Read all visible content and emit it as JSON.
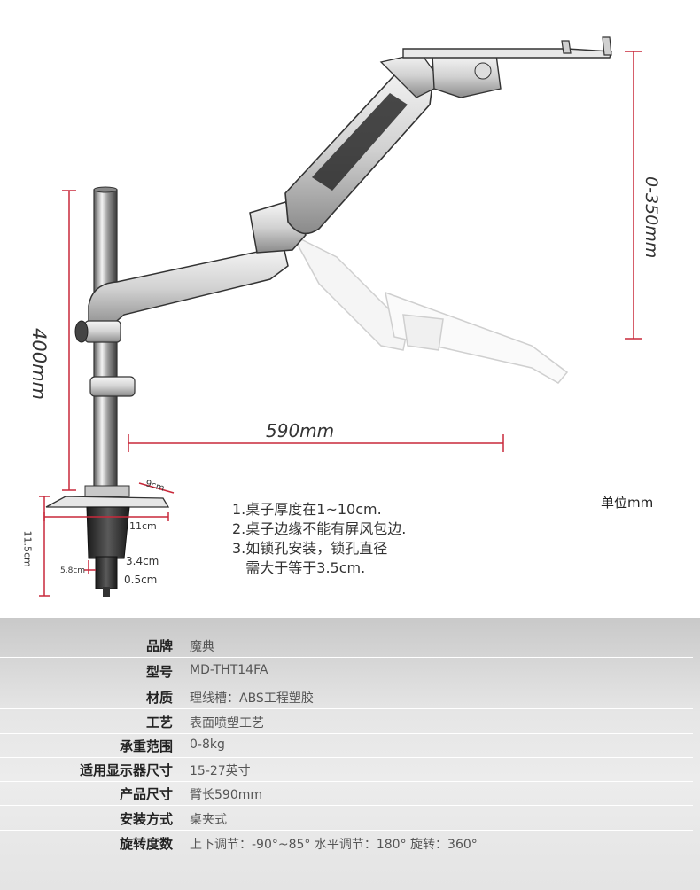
{
  "dimensions": {
    "height_range": "0-350mm",
    "pole_height": "400mm",
    "arm_length": "590mm",
    "clamp_depth": "9cm",
    "clamp_width": "11cm",
    "clamp_height": "11.5cm",
    "hole_diameter_a": "3.4cm",
    "hole_diameter_b": "0.5cm",
    "hole_offset": "5.8cm"
  },
  "unit_label": "单位mm",
  "notes": [
    "1.桌子厚度在1~10cm.",
    "2.桌子边缘不能有屏风包边.",
    "3.如锁孔安装，锁孔直径",
    "   需大于等于3.5cm."
  ],
  "specs": [
    {
      "key": "品牌",
      "value": "魔典"
    },
    {
      "key": "型号",
      "value": "MD-THT14FA"
    },
    {
      "key": "材质",
      "value": "理线槽：ABS工程塑胶"
    },
    {
      "key": "工艺",
      "value": "表面喷塑工艺"
    },
    {
      "key": "承重范围",
      "value": "0-8kg"
    },
    {
      "key": "适用显示器尺寸",
      "value": "15-27英寸"
    },
    {
      "key": "产品尺寸",
      "value": "臂长590mm"
    },
    {
      "key": "安装方式",
      "value": "桌夹式"
    },
    {
      "key": "旋转度数",
      "value": "上下调节：-90°~85°  水平调节：180°  旋转：360°"
    }
  ],
  "colors": {
    "dimension_line": "#c8283a",
    "metal": "#b9b9b9",
    "dark": "#2a2a2a"
  }
}
